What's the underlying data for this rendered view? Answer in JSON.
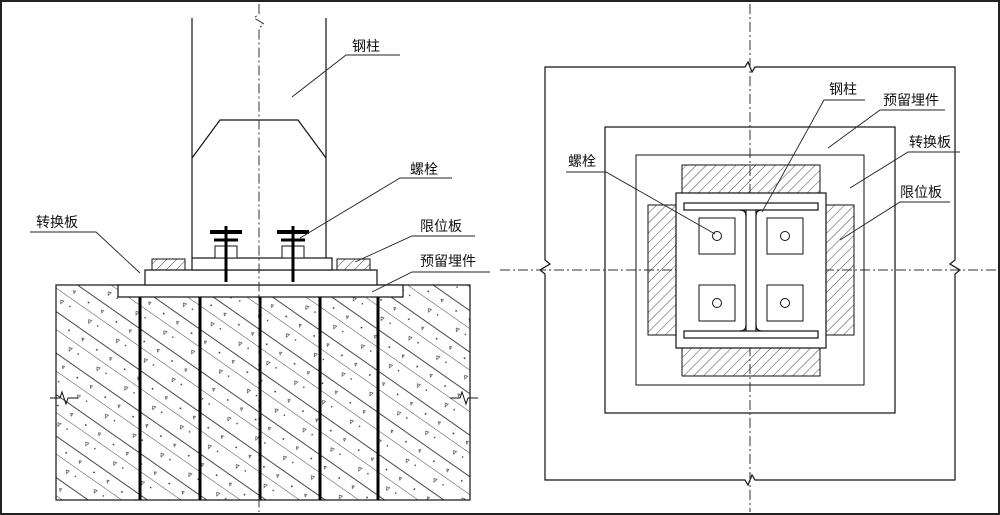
{
  "left_view": {
    "labels": {
      "steel_column": "钢柱",
      "bolt": "螺栓",
      "transfer_plate": "转换板",
      "limit_plate": "限位板",
      "embedded_part": "预留埋件"
    }
  },
  "right_view": {
    "labels": {
      "steel_column": "钢柱",
      "embedded_part": "预留埋件",
      "transfer_plate": "转换板",
      "bolt": "螺栓",
      "limit_plate": "限位板"
    }
  },
  "colors": {
    "line": "#111111",
    "thin_line": "#555555",
    "background": "#ffffff"
  }
}
